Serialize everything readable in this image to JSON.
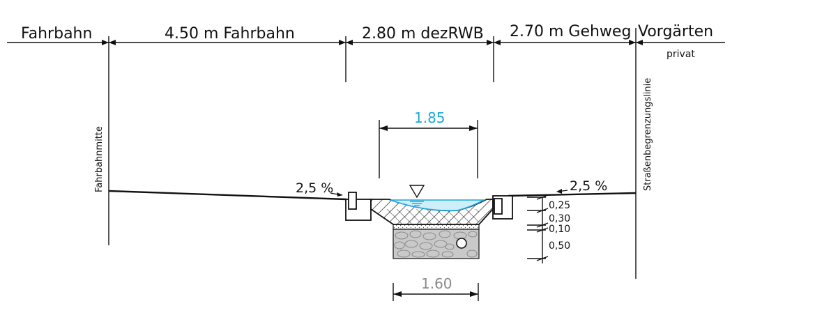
{
  "header": {
    "fahrbahn_left": "Fahrbahn",
    "fahrbahn_width": "4.50 m Fahrbahn",
    "rwb_width": "2.80 m dezRWB",
    "gehweg_width": "2.70 m Gehweg",
    "vorgaerten": "Vorgärten",
    "privat": "privat"
  },
  "vertical_labels": {
    "centerline": "Fahrbahnmitte",
    "boundary": "Straßenbegrenzungslinie"
  },
  "slopes": {
    "left": "2,5 %",
    "right": "2,5 %"
  },
  "dimensions": {
    "top_width": "1.85",
    "bottom_width": "1.60"
  },
  "layers": [
    "0,25",
    "0,30",
    "0,10",
    "0,50"
  ],
  "colors": {
    "line": "#111111",
    "water": "#1aa7dd",
    "water_fill": "#cfeefb",
    "gravel": "#c9c9c9",
    "muted": "#8a8a8a"
  }
}
